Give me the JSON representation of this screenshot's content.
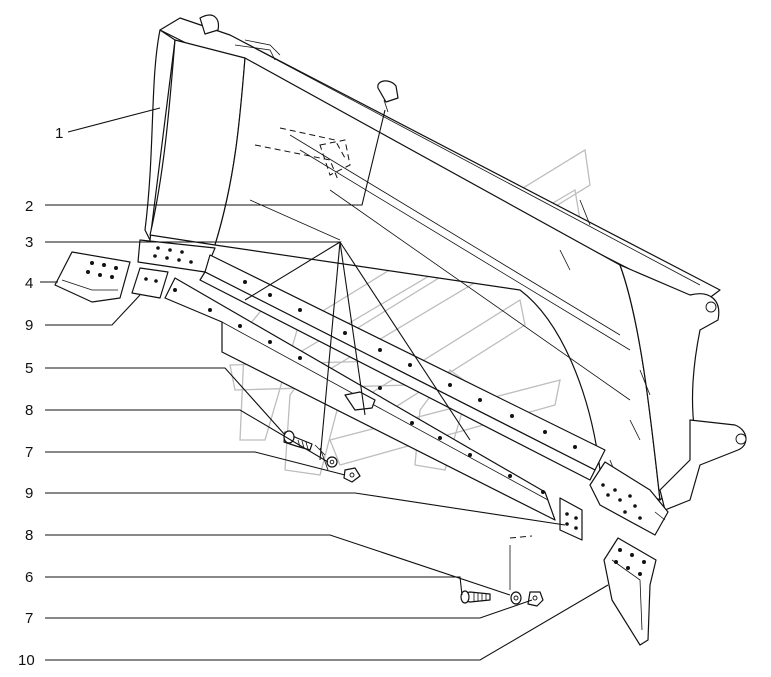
{
  "diagram": {
    "callouts": [
      {
        "id": "c1",
        "label": "1"
      },
      {
        "id": "c2",
        "label": "2"
      },
      {
        "id": "c3",
        "label": "3"
      },
      {
        "id": "c4",
        "label": "4"
      },
      {
        "id": "c9a",
        "label": "9"
      },
      {
        "id": "c5",
        "label": "5"
      },
      {
        "id": "c8a",
        "label": "8"
      },
      {
        "id": "c7a",
        "label": "7"
      },
      {
        "id": "c9b",
        "label": "9"
      },
      {
        "id": "c8b",
        "label": "8"
      },
      {
        "id": "c6",
        "label": "6"
      },
      {
        "id": "c7b",
        "label": "7"
      },
      {
        "id": "c10",
        "label": "10"
      }
    ]
  }
}
